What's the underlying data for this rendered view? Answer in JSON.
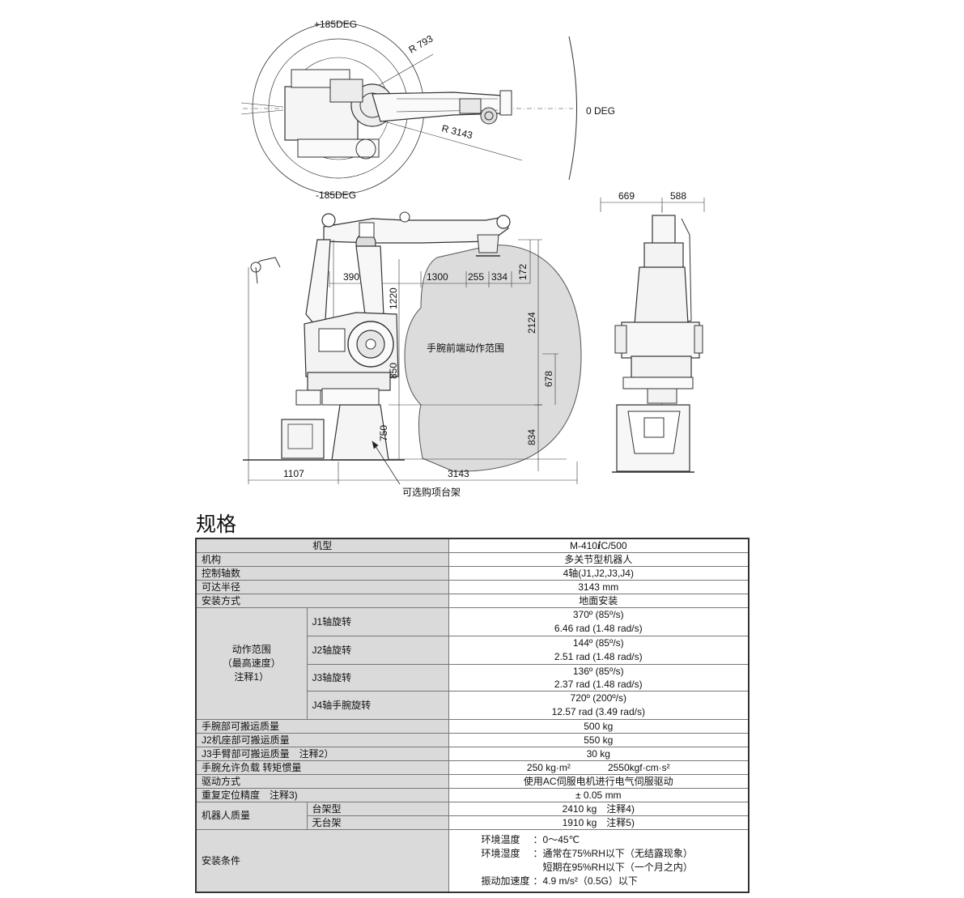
{
  "drawing": {
    "top_view": {
      "plus_angle": "+185DEG",
      "minus_angle": "-185DEG",
      "zero_angle": "0 DEG",
      "radius_small": "R 793",
      "radius_large": "R 3143"
    },
    "side_view": {
      "dims": {
        "d390": "390",
        "d1300": "1300",
        "d255": "255",
        "d334": "334",
        "d172": "172",
        "d1220": "1220",
        "d2124": "2124",
        "d850": "850",
        "d678": "678",
        "d750": "750",
        "d834": "834",
        "d1107": "1107",
        "d3143": "3143"
      },
      "range_label": "手腕前端动作范围",
      "stand_label": "可选购项台架"
    },
    "front_view": {
      "d669": "669",
      "d588": "588"
    }
  },
  "heading": "规格",
  "spec": {
    "model_label": "机型",
    "model_prefix": "M-410",
    "model_i": "i",
    "model_suffix": "C/500",
    "rows": {
      "mechanism": {
        "label": "机构",
        "value": "多关节型机器人"
      },
      "axes": {
        "label": "控制轴数",
        "value": "4轴(J1,J2,J3,J4)"
      },
      "reach": {
        "label": "可达半径",
        "value": "3143 mm"
      },
      "mount": {
        "label": "安装方式",
        "value": "地面安装"
      }
    },
    "motion": {
      "group_line1": "动作范围",
      "group_line2": "（最高速度）",
      "group_line3": "注释1）",
      "j1": {
        "label": "J1轴旋转",
        "v1": "370º (85º/s)",
        "v2": "6.46 rad (1.48 rad/s)"
      },
      "j2": {
        "label": "J2轴旋转",
        "v1": "144º (85º/s)",
        "v2": "2.51 rad (1.48 rad/s)"
      },
      "j3": {
        "label": "J3轴旋转",
        "v1": "136º (85º/s)",
        "v2": "2.37 rad (1.48 rad/s)"
      },
      "j4": {
        "label": "J4轴手腕旋转",
        "v1": "720º (200º/s)",
        "v2": "12.57 rad (3.49 rad/s)"
      }
    },
    "rows2": {
      "wrist_payload": {
        "label": "手腕部可搬运质量",
        "value": "500 kg"
      },
      "j2_payload": {
        "label": "J2机座部可搬运质量",
        "value": "550 kg"
      },
      "j3_payload": {
        "label": "J3手臂部可搬运质量　注释2）",
        "value": "30 kg"
      },
      "inertia": {
        "label": "手腕允许负载 转矩惯量",
        "v1": "250 kg·m²",
        "v2": "2550kgf·cm·s²"
      },
      "drive": {
        "label": "驱动方式",
        "value": "使用AC伺服电机进行电气伺服驱动"
      },
      "repeat": {
        "label": "重复定位精度　注释3)",
        "value": "± 0.05 mm"
      }
    },
    "mass": {
      "label": "机器人质量",
      "with_stand": {
        "label": "台架型",
        "value": "2410 kg　注释4)"
      },
      "without_stand": {
        "label": "无台架",
        "value": "1910 kg　注释5)"
      }
    },
    "install": {
      "label": "安装条件",
      "temp_k": "环境温度",
      "temp_v": "：0～45℃",
      "hum_k": "环境湿度",
      "hum_v1": "：通常在75%RH以下（无结露现象）",
      "hum_v2": "短期在95%RH以下（一个月之内）",
      "vib_k": "振动加速度",
      "vib_v": "：4.9 m/s²（0.5G）以下"
    }
  }
}
